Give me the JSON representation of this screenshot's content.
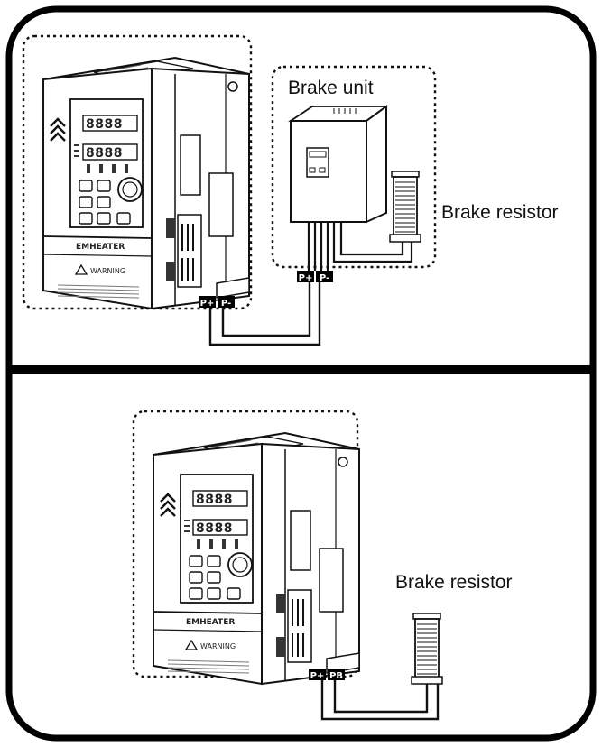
{
  "top": {
    "brake_unit_label": "Brake unit",
    "brake_resistor_label": "Brake resistor",
    "unit_terminals": [
      "P+",
      "P-"
    ],
    "inverter_terminals": [
      "P+",
      "P-"
    ]
  },
  "bottom": {
    "brake_resistor_label": "Brake resistor",
    "inverter_terminals": [
      "P+",
      "PB"
    ]
  },
  "inverter": {
    "brand": "EMHEATER",
    "warning": "WARNING"
  }
}
